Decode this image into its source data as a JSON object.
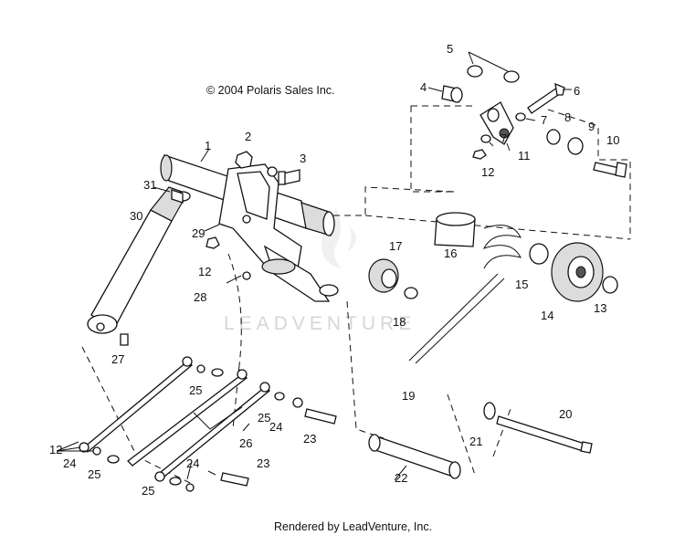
{
  "copyright": "© 2004 Polaris Sales Inc.",
  "footer": "Rendered by LeadVenture, Inc.",
  "watermark": "LEADVENTURE",
  "callouts": {
    "c1": "1",
    "c2": "2",
    "c3": "3",
    "c4": "4",
    "c5": "5",
    "c6": "6",
    "c7a": "7",
    "c7b": "7",
    "c8": "8",
    "c9": "9",
    "c10": "10",
    "c11": "11",
    "c12a": "12",
    "c12b": "12",
    "c12c": "12",
    "c13": "13",
    "c14": "14",
    "c15": "15",
    "c16": "16",
    "c17": "17",
    "c18": "18",
    "c19": "19",
    "c20": "20",
    "c21": "21",
    "c22": "22",
    "c23a": "23",
    "c23b": "23",
    "c24a": "24",
    "c24b": "24",
    "c24c": "24",
    "c25a": "25",
    "c25b": "25",
    "c25c": "25",
    "c25d": "25",
    "c26": "26",
    "c27": "27",
    "c28": "28",
    "c29": "29",
    "c30": "30",
    "c31": "31"
  },
  "colors": {
    "line": "#111111",
    "fill": "#ffffff",
    "shade": "#dcdcdc",
    "watermark": "#d6d6d6"
  }
}
